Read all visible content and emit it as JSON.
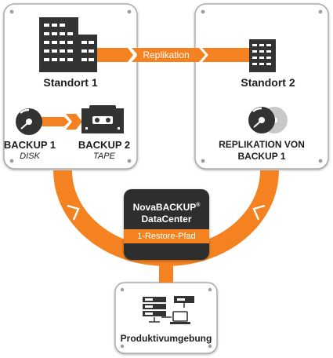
{
  "site1": {
    "title": "Standort 1"
  },
  "site2": {
    "title": "Standort 2"
  },
  "replication_label": "Replikation",
  "backup1": {
    "title": "BACKUP 1",
    "medium": "DISK"
  },
  "backup2": {
    "title": "BACKUP 2",
    "medium": "TAPE"
  },
  "replica": {
    "line1": "REPLIKATION VON",
    "line2": "BACKUP 1"
  },
  "datacenter": {
    "line1": "NovaBACKUP",
    "line1_mark": "®",
    "line2": "DataCenter"
  },
  "restore_label": "1-Restore-Pfad",
  "production": {
    "title": "Produktivumgebung"
  },
  "colors": {
    "accent": "#f58220",
    "dark": "#333333",
    "panel_border": "#9e9e9e"
  }
}
